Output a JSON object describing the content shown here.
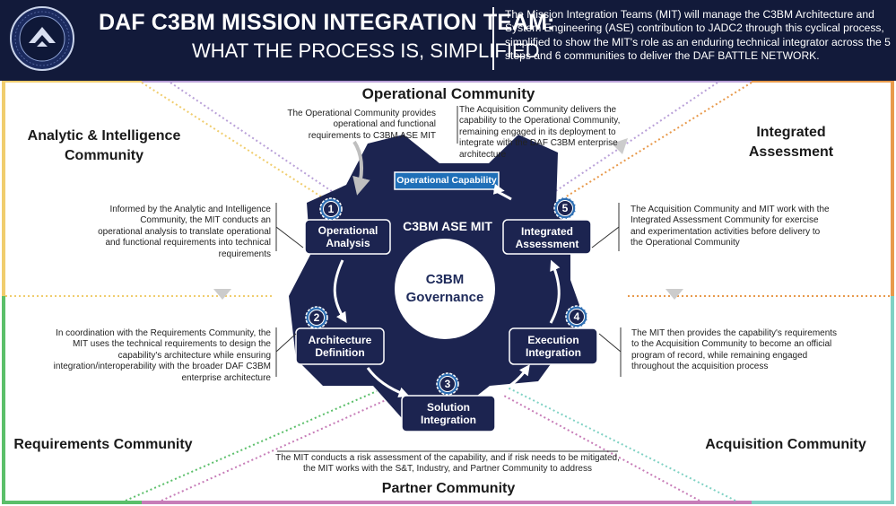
{
  "header": {
    "title": "DAF C3BM MISSION INTEGRATION TEAM:",
    "subtitle": "WHAT THE PROCESS IS, SIMPLIFIED",
    "description": "The Mission Integration Teams (MIT) will manage the C3BM Architecture and System Engineering (ASE) contribution to JADC2 through this cyclical process, simplified to show the MIT's role as an enduring technical integrator across the 5 steps and 6 communities to deliver the DAF BATTLE NETWORK.",
    "seal_text": "DAF BATTLE NETWORK"
  },
  "colors": {
    "navy": "#1c2450",
    "header_bg": "#121a3a",
    "op_capability": "#1f6fb8",
    "analytic": "#f0cd6e",
    "operational": "#b9a0d8",
    "integrated": "#e89a4c",
    "requirements": "#5bbf6a",
    "partner": "#c77db8",
    "acquisition": "#7fd2c4"
  },
  "communities": {
    "operational": "Operational Community",
    "analytic": "Analytic & Intelligence Community",
    "integrated": "Integrated Assessment",
    "requirements": "Requirements Community",
    "acquisition": "Acquisition Community",
    "partner": "Partner Community"
  },
  "notes": {
    "operational_provides": "The Operational Community provides operational and functional requirements to C3BM ASE MIT",
    "acquisition_delivers": "The Acquisition Community delivers the capability to the Operational Community, remaining engaged in its deployment to integrate with the DAF C3BM enterprise architecture",
    "analysis": "Informed by the Analytic and Intelligence Community, the MIT conducts an operational analysis to translate operational and functional requirements into technical requirements",
    "assessment": "The Acquisition Community and MIT work with the Integrated Assessment Community for exercise and experimentation activities before delivery to the Operational Community",
    "architecture": "In coordination with the Requirements Community, the MIT uses the technical requirements to design the capability's architecture while ensuring integration/interoperability with the broader DAF C3BM enterprise architecture",
    "execution": "The MIT then provides the capability's requirements to the Acquisition Community to become an official program of record, while remaining engaged throughout the acquisition process",
    "risk": "The MIT conducts a risk assessment of the capability, and if risk needs to be mitigated, the MIT works with the S&T, Industry, and Partner Community to address"
  },
  "diagram": {
    "ase_label": "C3BM ASE MIT",
    "core_label": "C3BM Governance",
    "op_capability": "Operational Capability",
    "steps": [
      {
        "num": "1",
        "label": "Operational Analysis"
      },
      {
        "num": "2",
        "label": "Architecture Definition"
      },
      {
        "num": "3",
        "label": "Solution Integration"
      },
      {
        "num": "4",
        "label": "Execution Integration"
      },
      {
        "num": "5",
        "label": "Integrated Assessment"
      }
    ]
  }
}
